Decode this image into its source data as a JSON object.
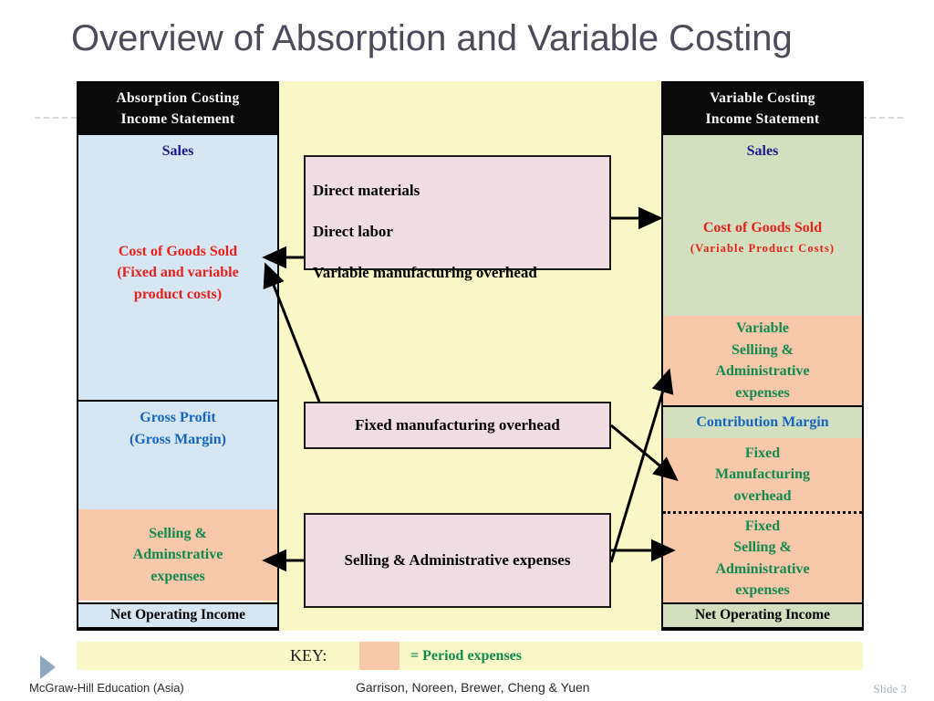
{
  "slide": {
    "title": "Overview of Absorption and Variable Costing",
    "number_label": "Slide 3"
  },
  "colors": {
    "header_bg": "#0a0a0a",
    "header_text": "#ffffff",
    "center_panel": "#fbf8c8",
    "product_cost_band": "#d6e6f2",
    "variable_band": "#d3e0c0",
    "period_expense_band": "#f9c8aa",
    "center_box": "#f0dde3",
    "sales_text": "#1b1b8f",
    "cogs_text": "#e8201a",
    "margin_text": "#1565c0",
    "expense_text": "#0f8a4d",
    "title_text": "#4b4b5a"
  },
  "absorption": {
    "header_line1": "Absorption Costing",
    "header_line2": "Income Statement",
    "bands": [
      {
        "id": "sales",
        "label": "Sales",
        "color": "navy",
        "bg": "blue"
      },
      {
        "id": "cogs",
        "line1": "Cost of Goods Sold",
        "line2": "(Fixed and variable",
        "line3": "product costs)",
        "color": "red",
        "bg": "blue"
      },
      {
        "id": "gross-profit",
        "line1": "Gross Profit",
        "line2": "(Gross Margin)",
        "color": "blue",
        "bg": "blue"
      },
      {
        "id": "sga",
        "line1": "Selling &",
        "line2": "Adminstrative",
        "line3": "expenses",
        "color": "green",
        "bg": "salmon"
      }
    ],
    "net_operating_income": "Net Operating Income"
  },
  "variable": {
    "header_line1": "Variable Costing",
    "header_line2": "Income Statement",
    "bands": [
      {
        "id": "sales",
        "label": "Sales",
        "color": "navy",
        "bg": "green"
      },
      {
        "id": "cogs",
        "line1": "Cost of Goods Sold",
        "line2": "(Variable Product Costs)",
        "color": "red",
        "bg": "green"
      },
      {
        "id": "var-sga",
        "line1": "Variable",
        "line2": "Selliing &",
        "line3": "Administrative",
        "line4": "expenses",
        "color": "green",
        "bg": "salmon"
      },
      {
        "id": "contribution-margin",
        "label": "Contribution Margin",
        "color": "blue",
        "bg": "green"
      },
      {
        "id": "fixed-moh",
        "line1": "Fixed",
        "line2": "Manufacturing",
        "line3": "overhead",
        "color": "green",
        "bg": "salmon"
      },
      {
        "id": "fixed-sga",
        "line1": "Fixed",
        "line2": "Selling &",
        "line3": "Administrative",
        "line4": "expenses",
        "color": "green",
        "bg": "salmon"
      }
    ],
    "net_operating_income": "Net Operating Income"
  },
  "center_boxes": {
    "variable_product_costs": {
      "lines": [
        "Direct materials",
        "Direct labor",
        "Variable manufacturing overhead"
      ]
    },
    "fixed_manufacturing_overhead": {
      "label": "Fixed manufacturing overhead"
    },
    "selling_administrative": {
      "label": "Selling & Administrative expenses"
    }
  },
  "key": {
    "label": "KEY:",
    "swatch_color": "#f9c8aa",
    "text": "= Period expenses"
  },
  "footer": {
    "publisher": "McGraw-Hill  Education (Asia)",
    "authors": "Garrison, Noreen, Brewer, Cheng & Yuen",
    "slide_number": "Slide 3"
  }
}
